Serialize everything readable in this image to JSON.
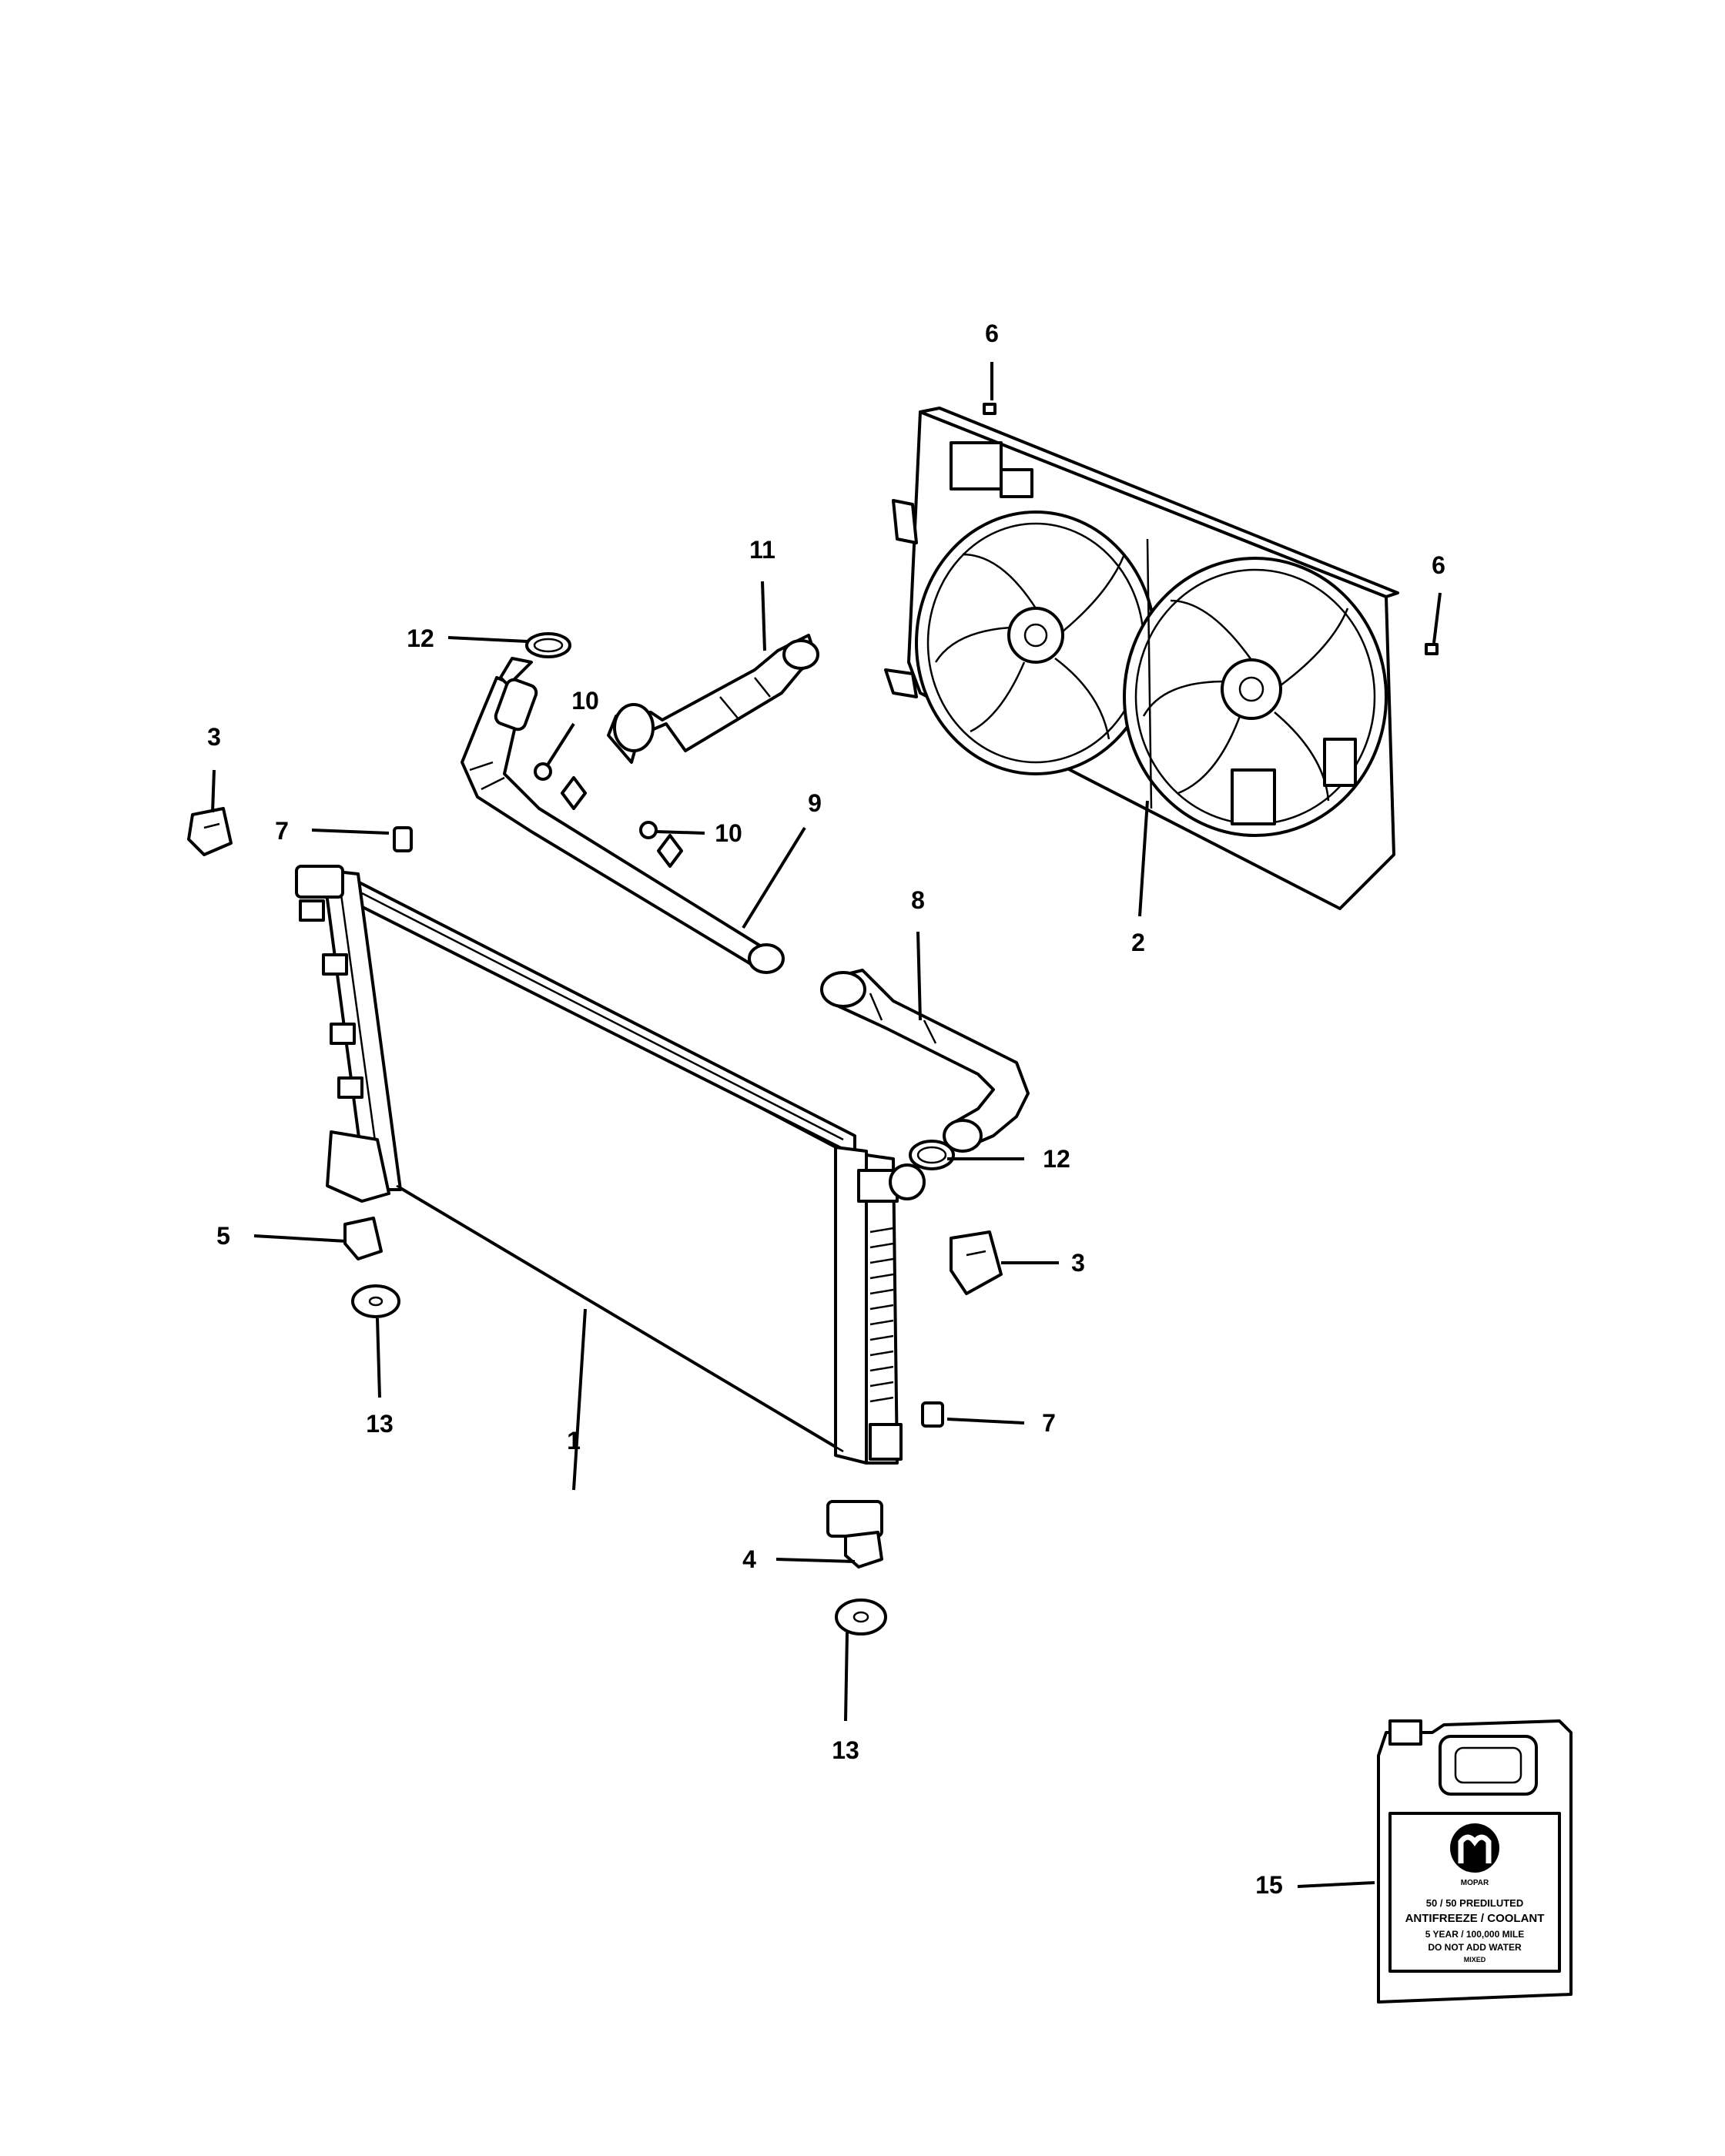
{
  "callouts": {
    "c1": "1",
    "c2": "2",
    "c3a": "3",
    "c3b": "3",
    "c4": "4",
    "c5": "5",
    "c6a": "6",
    "c6b": "6",
    "c7a": "7",
    "c7b": "7",
    "c8": "8",
    "c9": "9",
    "c10a": "10",
    "c10b": "10",
    "c11": "11",
    "c12a": "12",
    "c12b": "12",
    "c13a": "13",
    "c13b": "13",
    "c15": "15"
  },
  "jug_label": {
    "brand": "MOPAR",
    "line1": "50 / 50 PREDILUTED",
    "line2": "ANTIFREEZE / COOLANT",
    "line3": "5 YEAR / 100,000 MILE",
    "line4": "DO NOT ADD WATER",
    "line5": "MIXED"
  }
}
